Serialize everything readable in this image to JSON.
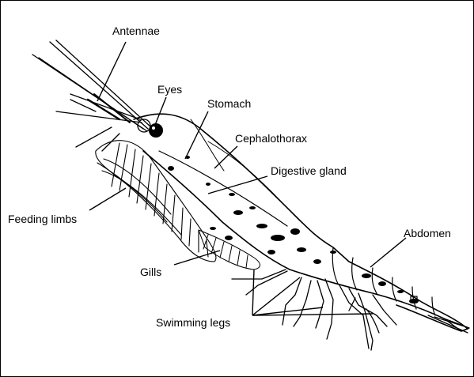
{
  "diagram": {
    "labels": {
      "antennae": "Antennae",
      "eyes": "Eyes",
      "stomach": "Stomach",
      "cephalothorax": "Cephalothorax",
      "digestive_gland": "Digestive gland",
      "feeding_limbs": "Feeding limbs",
      "abdomen": "Abdomen",
      "gills": "Gills",
      "swimming_legs": "Swimming legs"
    }
  }
}
